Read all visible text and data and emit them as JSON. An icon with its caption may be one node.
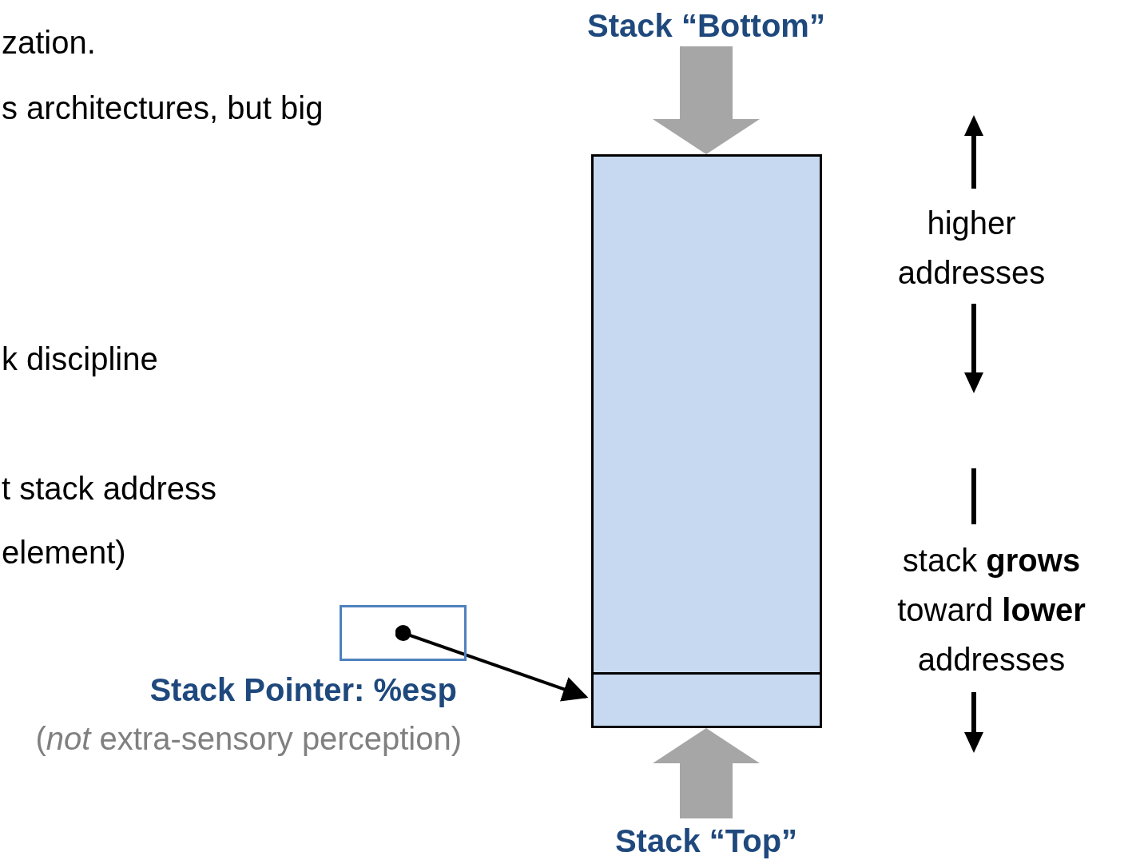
{
  "diagram": {
    "nodes": [
      {
        "text": [],
        "shape": "box"
      },
      {
        "text": [],
        "shape": "box",
        "in": 0
      },
      {
        "text": [],
        "shape": "box",
        "beside": [
          "Stack Pointer: %esp",
          "(*not* extra-sensory perception)"
        ]
      },
      {
        "text": [
          "Stack “Bottom”"
        ]
      },
      {
        "text": [
          "Stack “Top”"
        ]
      }
    ],
    "edges": [
      {
        "from": 3,
        "to": 0,
        "arrow": "to",
        "color": "#a6a6a6"
      },
      {
        "from": 4,
        "to": 0,
        "arrow": "to",
        "color": "#a6a6a6"
      },
      {
        "from": 2,
        "to": 1,
        "arrow": "to",
        "color": "#000000"
      }
    ],
    "labels": [
      "zation.",
      "s architectures,  but big",
      "k discipline",
      "t stack address",
      "element)",
      "higher addresses",
      "stack **grows** toward **lower** addresses"
    ]
  }
}
